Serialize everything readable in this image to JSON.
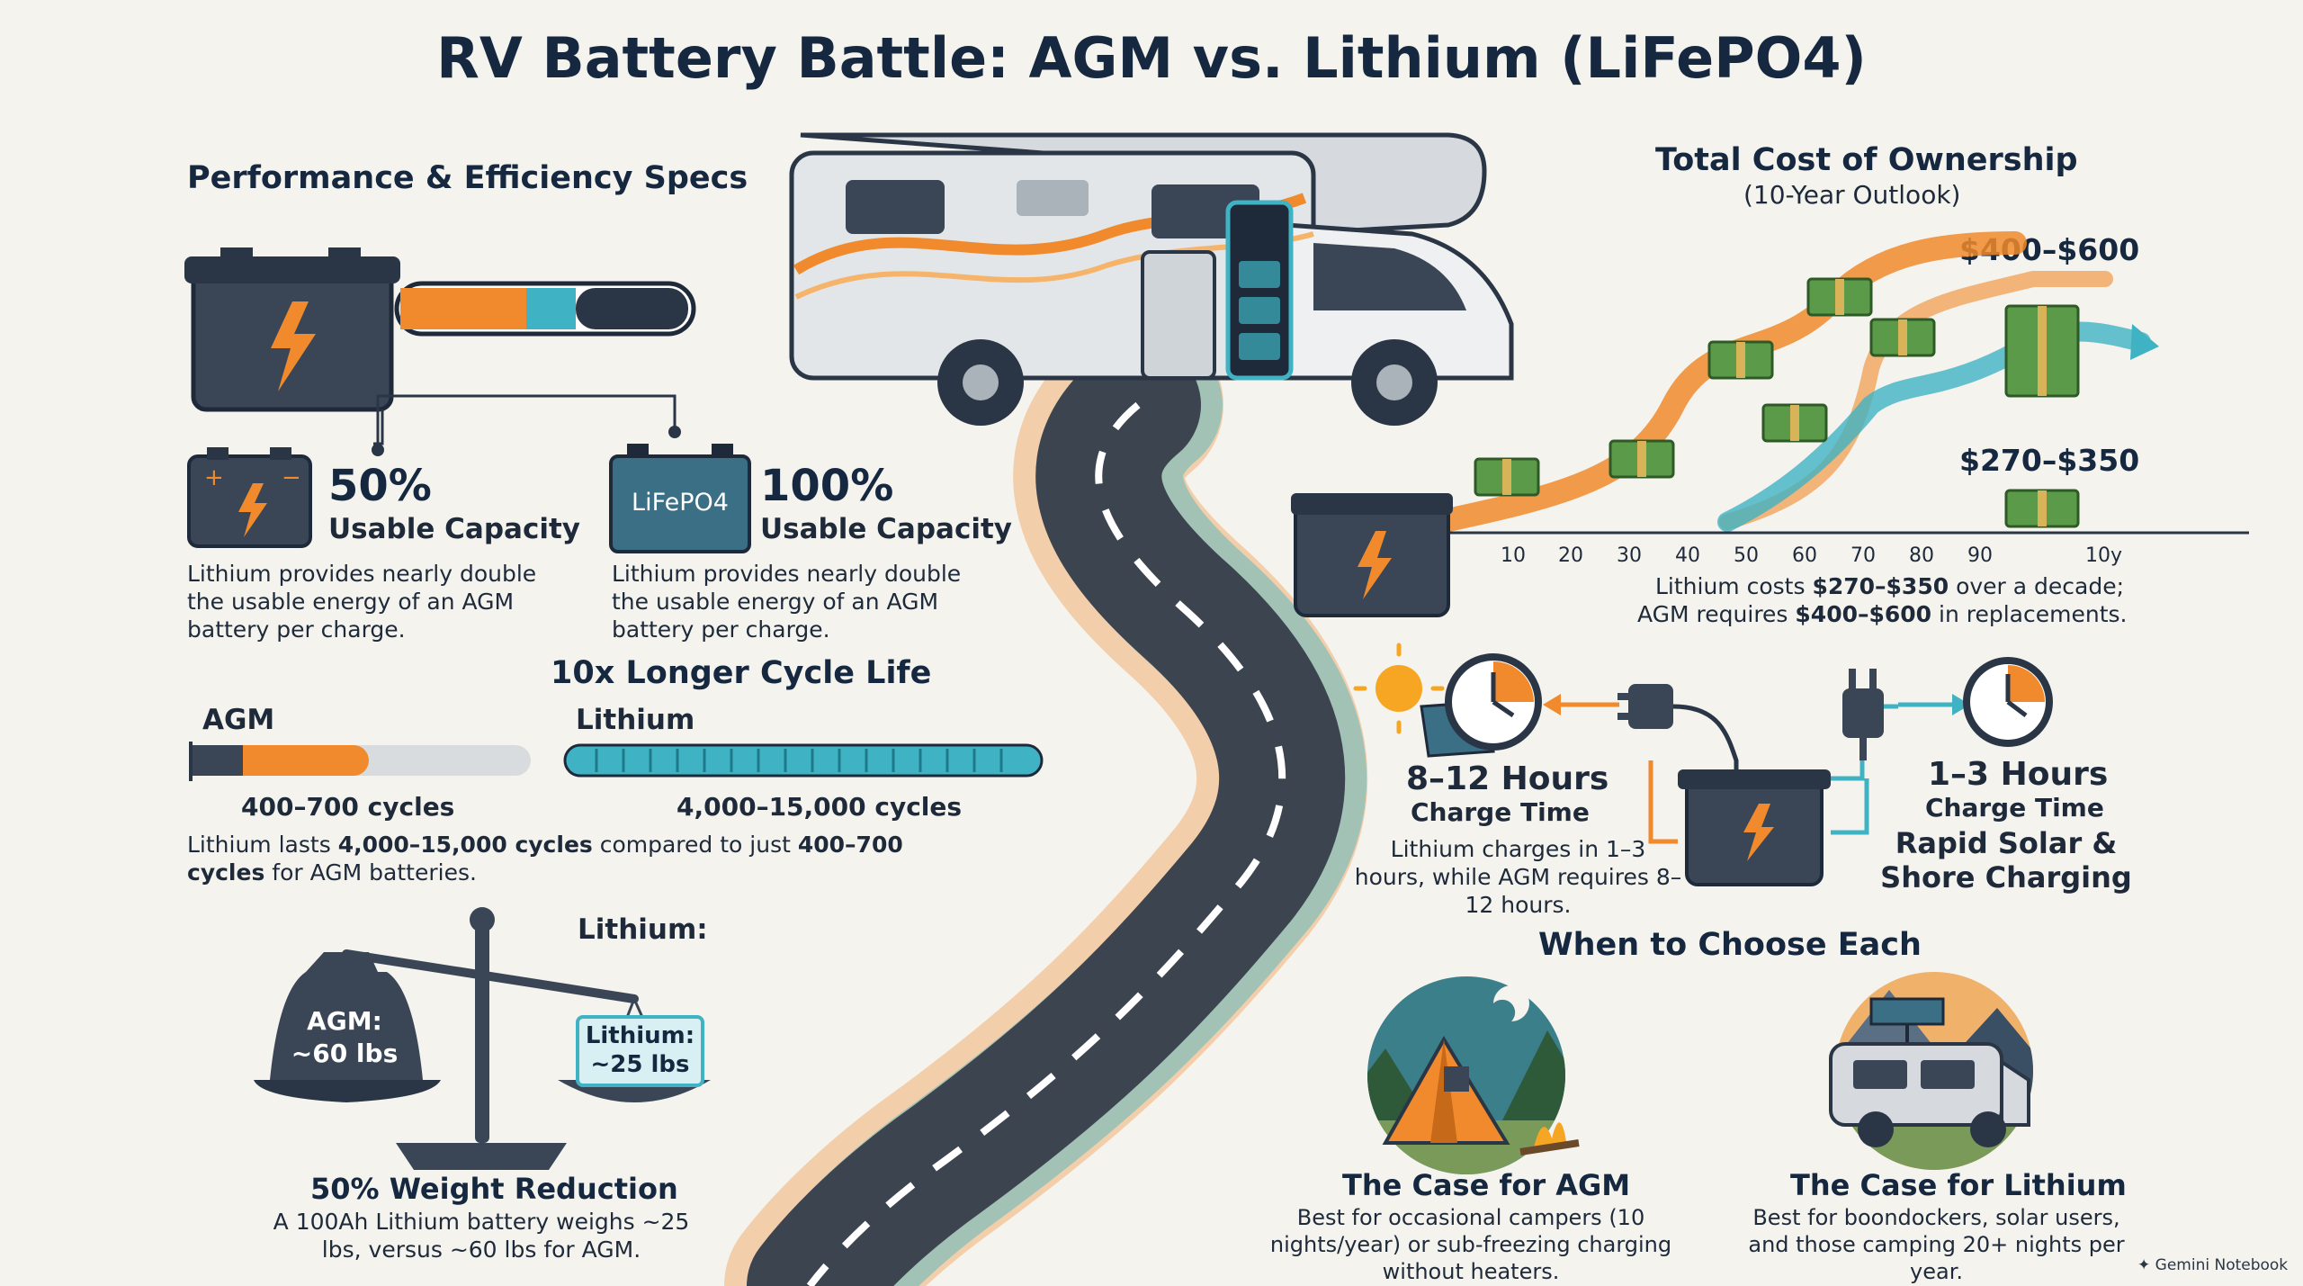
{
  "title": "RV Battery Battle: AGM vs. Lithium (LiFePO4)",
  "performance": {
    "heading": "Performance & Efficiency Specs",
    "agm_percent": "50%",
    "agm_capacity_label": "Usable Capacity",
    "agm_desc": "Lithium provides nearly double the usable energy of an AGM battery per charge.",
    "lithium_battery_label": "LiFePO4",
    "lithium_percent": "100%",
    "lithium_capacity_label": "Usable Capacity",
    "lithium_desc": "Lithium provides nearly double the usable energy of an AGM battery per charge."
  },
  "cycle_life": {
    "heading": "10x Longer Cycle Life",
    "agm_label": "AGM",
    "agm_cycles": "400–700 cycles",
    "lithium_label": "Lithium",
    "lithium_cycles": "4,000–15,000 cycles",
    "desc_pre": "Lithium lasts ",
    "desc_b1": "4,000–15,000 cycles",
    "desc_mid": " compared to just ",
    "desc_b2": "400–700 cycles",
    "desc_post": " for AGM batteries."
  },
  "weight": {
    "lithium_top": "Lithium:",
    "agm_weight_name": "AGM:",
    "agm_weight_value": "~60 lbs",
    "lithium_weight_name": "Lithium:",
    "lithium_weight_value": "~25 lbs",
    "heading": "50% Weight Reduction",
    "desc": "A 100Ah Lithium battery weighs ~25 lbs, versus ~60 lbs for AGM."
  },
  "cost": {
    "heading": "Total Cost of Ownership",
    "subheading": "(10-Year Outlook)",
    "agm_price": "$400–$600",
    "lithium_price": "$270–$350",
    "ticks": [
      "10",
      "20",
      "30",
      "40",
      "50",
      "60",
      "70",
      "80",
      "90",
      "10y"
    ],
    "desc_l1_pre": "Lithium costs ",
    "desc_l1_b": "$270–$350",
    "desc_l1_post": " over a decade;",
    "desc_l2_pre": "AGM requires ",
    "desc_l2_b": "$400–$600",
    "desc_l2_post": " in replacements."
  },
  "charging": {
    "agm_hours": "8–12 Hours",
    "agm_label": "Charge Time",
    "agm_desc": "Lithium charges in 1–3 hours, while AGM requires 8–12 hours.",
    "lithium_hours": "1–3 Hours",
    "lithium_label": "Charge Time",
    "lithium_rapid": "Rapid Solar & Shore Charging"
  },
  "choose": {
    "heading": "When to Choose Each",
    "agm_title": "The Case for AGM",
    "agm_desc": "Best for occasional campers (10 nights/year) or sub-freezing charging without heaters.",
    "lithium_title": "The Case for Lithium",
    "lithium_desc": "Best for boondockers, solar users, and those camping 20+ nights per year."
  },
  "watermark": "Gemini Notebook",
  "colors": {
    "navy": "#16283f",
    "orange": "#f08a2c",
    "teal": "#3fb3c3",
    "battery": "#3a4656",
    "money": "#5a9a48",
    "road": "#3c4450"
  }
}
